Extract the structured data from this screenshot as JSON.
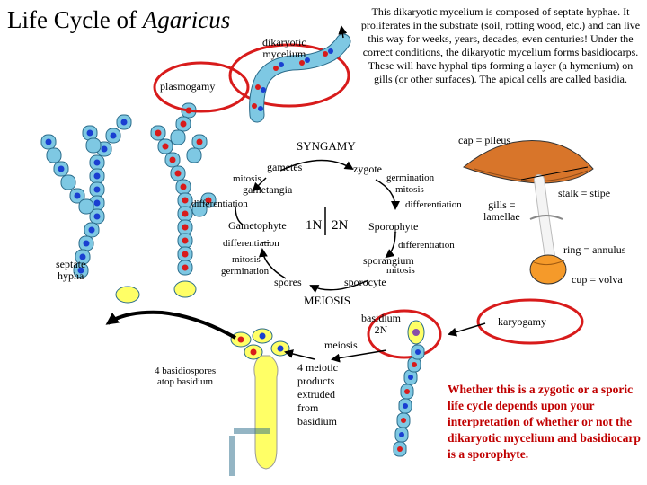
{
  "title_main": "Life Cycle of ",
  "title_genus": "Agaricus",
  "top_note": "This dikaryotic mycelium is composed of septate hyphae. It proliferates in the substrate (soil, rotting wood, etc.) and can live this way for weeks, years, decades, even centuries! Under the correct conditions, the dikaryotic mycelium forms basidiocarps. These will have hyphal tips forming a layer (a hymenium) on gills (or other surfaces). The apical cells are called basidia.",
  "labels": {
    "dikaryotic_mycelium_line1": "dikaryotic",
    "dikaryotic_mycelium_line2": "mycelium",
    "plasmogamy": "plasmogamy",
    "septate_line1": "septate",
    "septate_line2": "hypha",
    "syngamy": "SYNGAMY",
    "gametes": "gametes",
    "zygote": "zygote",
    "mitosis_left": "mitosis",
    "gametangia": "gametangia",
    "germination_top": "germination",
    "mitosis_top_right": "mitosis",
    "differentiation_left": "differentiation",
    "differentiation_right": "differentiation",
    "gametophyte": "Gametophyte",
    "ploidy_1n": "1N",
    "ploidy_2n": "2N",
    "sporophyte": "Sporophyte",
    "differentiation_low_left": "differentiation",
    "differentiation_low_right": "differentiation",
    "mitosis_low": "mitosis",
    "germination_low": "germination",
    "sporangium": "sporangium",
    "mitosis_sporangium": "mitosis",
    "spores": "spores",
    "sporocyte": "sporocyte",
    "meiosis_caps": "MEIOSIS",
    "basidium_line1": "basidium",
    "basidium_line2": "2N",
    "meiosis": "meiosis",
    "basidiospores_line1": "4 basidiospores",
    "basidiospores_line2": "atop basidium",
    "meiotic_line1": "4 meiotic",
    "meiotic_line2": "products",
    "meiotic_line3": "extruded",
    "meiotic_line4": "from",
    "meiotic_line5": "basidium",
    "karyogamy": "karyogamy",
    "cap": "cap = pileus",
    "stalk": "stalk = stipe",
    "gills_line1": "gills =",
    "gills_line2": "lamellae",
    "ring": "ring = annulus",
    "cup": "cup = volva"
  },
  "bottom_note": "Whether this is a zygotic or a sporic life cycle depends upon your interpretation of whether or not the dikaryotic mycelium and basidiocarp is a sporophyte.",
  "colors": {
    "hypha_fill": "#7ec8e3",
    "hypha_stroke": "#2a6b8a",
    "nucleus_red": "#d81b1b",
    "nucleus_blue": "#1a3fd1",
    "spore_fill": "#ffff66",
    "highlight_ring": "#d81b1b",
    "cap_fill": "#d8752a",
    "bulb_fill": "#f59a2a",
    "meiotic_nucleus": "#8a4fa8"
  },
  "icons": [
    "hypha-cell-icon",
    "nucleus-icon",
    "spore-icon",
    "mushroom-icon",
    "arrow-icon"
  ]
}
